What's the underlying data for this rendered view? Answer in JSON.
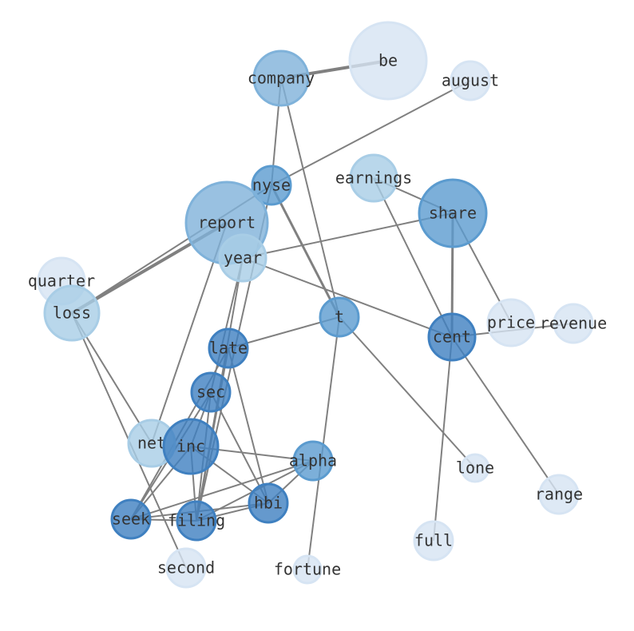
{
  "palette": {
    "c1": "#d6e4f3",
    "c2": "#a8cde6",
    "c3": "#7fb2da",
    "c4": "#5b9bcf",
    "c5": "#3f80c0",
    "edge": "#808080"
  },
  "nodes": [
    {
      "id": "be",
      "label": "be",
      "shade": "c1",
      "size": 48
    },
    {
      "id": "company",
      "label": "company",
      "shade": "c3",
      "size": 34
    },
    {
      "id": "august",
      "label": "august",
      "shade": "c1",
      "size": 24
    },
    {
      "id": "nyse",
      "label": "nyse",
      "shade": "c4",
      "size": 24
    },
    {
      "id": "earnings",
      "label": "earnings",
      "shade": "c2",
      "size": 29
    },
    {
      "id": "report",
      "label": "report",
      "shade": "c3",
      "size": 51
    },
    {
      "id": "share",
      "label": "share",
      "shade": "c4",
      "size": 42
    },
    {
      "id": "year",
      "label": "year",
      "shade": "c2",
      "size": 29
    },
    {
      "id": "quarter",
      "label": "quarter",
      "shade": "c1",
      "size": 29
    },
    {
      "id": "loss",
      "label": "loss",
      "shade": "c2",
      "size": 34
    },
    {
      "id": "t",
      "label": "t",
      "shade": "c4",
      "size": 24
    },
    {
      "id": "cent",
      "label": "cent",
      "shade": "c5",
      "size": 29
    },
    {
      "id": "price",
      "label": "price",
      "shade": "c1",
      "size": 29
    },
    {
      "id": "revenue",
      "label": "revenue",
      "shade": "c1",
      "size": 24
    },
    {
      "id": "late",
      "label": "late",
      "shade": "c5",
      "size": 24
    },
    {
      "id": "sec",
      "label": "sec",
      "shade": "c5",
      "size": 24
    },
    {
      "id": "net",
      "label": "net",
      "shade": "c2",
      "size": 29
    },
    {
      "id": "inc",
      "label": "inc",
      "shade": "c5",
      "size": 34
    },
    {
      "id": "alpha",
      "label": "alpha",
      "shade": "c4",
      "size": 24
    },
    {
      "id": "lone",
      "label": "lone",
      "shade": "c1",
      "size": 17
    },
    {
      "id": "range",
      "label": "range",
      "shade": "c1",
      "size": 24
    },
    {
      "id": "hbi",
      "label": "hbi",
      "shade": "c5",
      "size": 24
    },
    {
      "id": "seek",
      "label": "seek",
      "shade": "c5",
      "size": 24
    },
    {
      "id": "filing",
      "label": "filing",
      "shade": "c5",
      "size": 24
    },
    {
      "id": "full",
      "label": "full",
      "shade": "c1",
      "size": 24
    },
    {
      "id": "second",
      "label": "second",
      "shade": "c1",
      "size": 24
    },
    {
      "id": "fortune",
      "label": "fortune",
      "shade": "c1",
      "size": 17
    }
  ],
  "edges": [
    [
      "company",
      "be",
      4
    ],
    [
      "company",
      "nyse",
      2
    ],
    [
      "company",
      "t",
      2
    ],
    [
      "august",
      "nyse",
      2
    ],
    [
      "nyse",
      "loss",
      2
    ],
    [
      "report",
      "loss",
      4
    ],
    [
      "nyse",
      "t",
      3
    ],
    [
      "nyse",
      "filing",
      2
    ],
    [
      "year",
      "filing",
      2
    ],
    [
      "year",
      "sec",
      2
    ],
    [
      "report",
      "net",
      2
    ],
    [
      "year",
      "share",
      2
    ],
    [
      "year",
      "cent",
      2
    ],
    [
      "earnings",
      "share",
      2
    ],
    [
      "earnings",
      "cent",
      2
    ],
    [
      "share",
      "cent",
      3
    ],
    [
      "share",
      "price",
      2
    ],
    [
      "cent",
      "revenue",
      2
    ],
    [
      "cent",
      "range",
      2
    ],
    [
      "cent",
      "full",
      2
    ],
    [
      "t",
      "late",
      2
    ],
    [
      "t",
      "fortune",
      2
    ],
    [
      "t",
      "lone",
      2
    ],
    [
      "loss",
      "net",
      2
    ],
    [
      "loss",
      "second",
      2
    ],
    [
      "late",
      "hbi",
      2
    ],
    [
      "late",
      "seek",
      2
    ],
    [
      "late",
      "filing",
      2
    ],
    [
      "sec",
      "hbi",
      2
    ],
    [
      "sec",
      "seek",
      2
    ],
    [
      "sec",
      "filing",
      2
    ],
    [
      "sec",
      "inc",
      2
    ],
    [
      "inc",
      "alpha",
      2
    ],
    [
      "inc",
      "hbi",
      2
    ],
    [
      "inc",
      "filing",
      2
    ],
    [
      "inc",
      "seek",
      2
    ],
    [
      "alpha",
      "seek",
      2
    ],
    [
      "alpha",
      "filing",
      2
    ],
    [
      "alpha",
      "hbi",
      2
    ],
    [
      "hbi",
      "seek",
      2
    ],
    [
      "hbi",
      "filing",
      2
    ],
    [
      "seek",
      "filing",
      2
    ]
  ]
}
